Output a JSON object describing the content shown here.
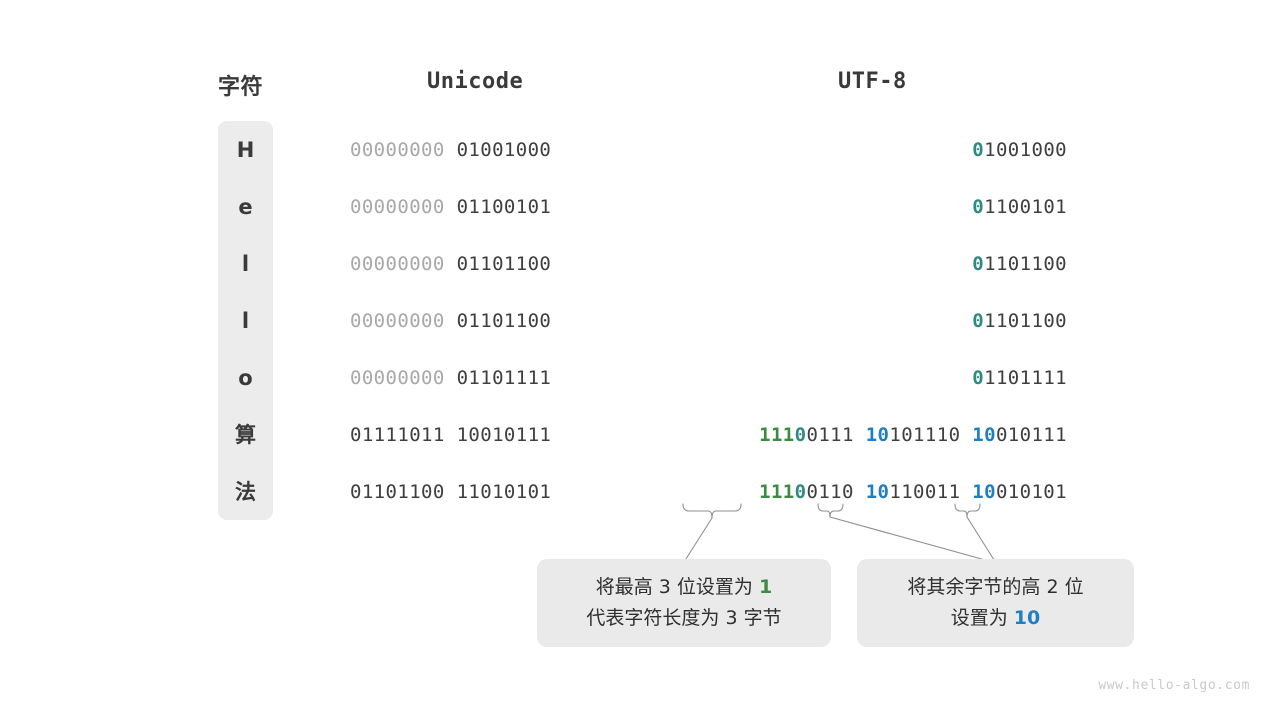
{
  "headers": {
    "char": "字符",
    "unicode": "Unicode",
    "utf8": "UTF-8"
  },
  "rows": [
    {
      "char": "H",
      "unicode_high": "00000000",
      "unicode_low": "01001000",
      "utf8_lead_mark": "0",
      "utf8_rest": "1001000",
      "kind": "ascii"
    },
    {
      "char": "e",
      "unicode_high": "00000000",
      "unicode_low": "01100101",
      "utf8_lead_mark": "0",
      "utf8_rest": "1100101",
      "kind": "ascii"
    },
    {
      "char": "l",
      "unicode_high": "00000000",
      "unicode_low": "01101100",
      "utf8_lead_mark": "0",
      "utf8_rest": "1101100",
      "kind": "ascii"
    },
    {
      "char": "l",
      "unicode_high": "00000000",
      "unicode_low": "01101100",
      "utf8_lead_mark": "0",
      "utf8_rest": "1101100",
      "kind": "ascii"
    },
    {
      "char": "o",
      "unicode_high": "00000000",
      "unicode_low": "01101111",
      "utf8_lead_mark": "0",
      "utf8_rest": "1101111",
      "kind": "ascii"
    },
    {
      "char": "算",
      "unicode_high": "01111011",
      "unicode_low": "10010111",
      "utf8_b1_green": "111",
      "utf8_b1_teal": "0",
      "utf8_b1_rest": "0111",
      "utf8_b2_blue": "10",
      "utf8_b2_rest": "101110",
      "utf8_b3_blue": "10",
      "utf8_b3_rest": "010111",
      "kind": "cjk"
    },
    {
      "char": "法",
      "unicode_high": "01101100",
      "unicode_low": "11010101",
      "utf8_b1_green": "111",
      "utf8_b1_teal": "0",
      "utf8_b1_rest": "0110",
      "utf8_b2_blue": "10",
      "utf8_b2_rest": "110011",
      "utf8_b3_blue": "10",
      "utf8_b3_rest": "010101",
      "kind": "cjk"
    }
  ],
  "annotations": {
    "box1": {
      "line1_pre": "将最高 3 位设置为 ",
      "line1_hl": "1",
      "line2": "代表字符长度为 3 字节"
    },
    "box2": {
      "line1": "将其余字节的高 2 位",
      "line2_pre": "设置为 ",
      "line2_hl": "10"
    }
  },
  "watermark": "www.hello-algo.com",
  "colors": {
    "green": "#3d8b40",
    "teal": "#2e8b83",
    "blue": "#1f7fc4",
    "dark": "#3f3f3f",
    "dim": "#a8a8a8",
    "panel": "#ececec",
    "box": "#eaeaea"
  }
}
